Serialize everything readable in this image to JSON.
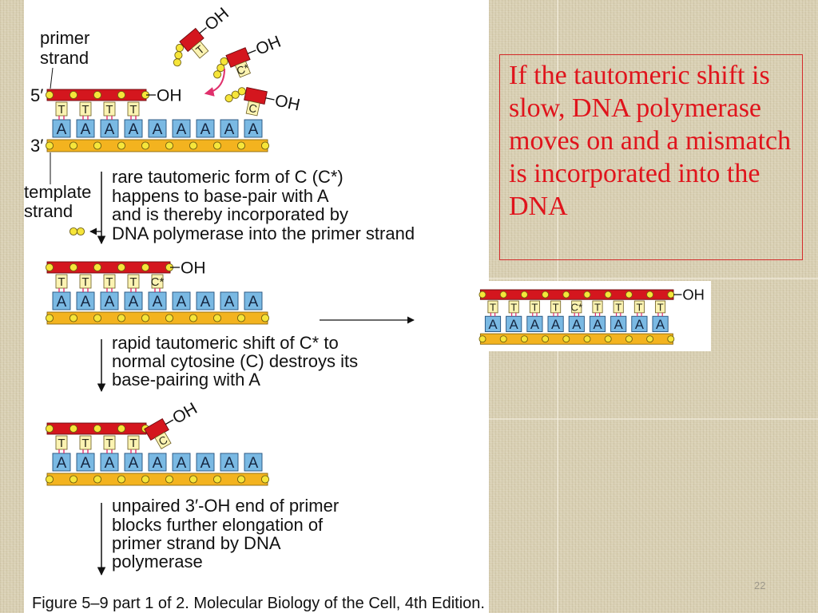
{
  "slide": {
    "page_number": "22"
  },
  "note": {
    "lines": [
      "If the tautomeric shift is",
      "slow, DNA polymerase",
      "moves on and a mismatch",
      "is incorporated into the",
      "DNA"
    ]
  },
  "figure": {
    "primer_label": [
      "primer",
      "strand"
    ],
    "template_label": [
      "template",
      "strand"
    ],
    "five_prime": "5′",
    "three_prime": "3′",
    "hydroxyl": "OH",
    "incoming_nucleotides": [
      "T",
      "C*",
      "C"
    ],
    "panels": [
      {
        "primer_bases": [
          "T",
          "T",
          "T",
          "T"
        ],
        "template_bases": [
          "A",
          "A",
          "A",
          "A",
          "A",
          "A",
          "A",
          "A",
          "A"
        ]
      },
      {
        "primer_bases": [
          "T",
          "T",
          "T",
          "T",
          "C*"
        ],
        "template_bases": [
          "A",
          "A",
          "A",
          "A",
          "A",
          "A",
          "A",
          "A",
          "A"
        ]
      },
      {
        "primer_bases": [
          "T",
          "T",
          "T",
          "T"
        ],
        "unpaired_base": "C",
        "template_bases": [
          "A",
          "A",
          "A",
          "A",
          "A",
          "A",
          "A",
          "A",
          "A"
        ]
      }
    ],
    "steps": [
      {
        "lines": [
          "rare tautomeric form of C (C*)",
          "happens to base-pair with A",
          "and is thereby incorporated by",
          "DNA polymerase into the primer strand"
        ]
      },
      {
        "lines": [
          "rapid tautomeric shift of C* to",
          "normal cytosine (C) destroys its",
          "base-pairing with A"
        ]
      },
      {
        "lines": [
          "unpaired 3′-OH end of primer",
          "blocks further elongation of",
          "primer strand by DNA",
          "polymerase"
        ]
      }
    ],
    "caption": "Figure 5–9 part 1 of 2. Molecular Biology of the Cell, 4th Edition."
  },
  "inset": {
    "primer_bases": [
      "T",
      "T",
      "T",
      "T",
      "C*",
      "T",
      "T",
      "T",
      "T"
    ],
    "template_bases": [
      "A",
      "A",
      "A",
      "A",
      "A",
      "A",
      "A",
      "A",
      "A"
    ]
  },
  "colors": {
    "primer_red": "#d4161e",
    "template_orange": "#f3b31f",
    "phosphate_yellow": "#f6e53a",
    "adenine_blue": "#7ab9e3",
    "base_pale": "#fbf3b2",
    "pairing_pink": "#e0306c",
    "note_red": "#e0141c",
    "background_linen": "#d8cfb2"
  }
}
